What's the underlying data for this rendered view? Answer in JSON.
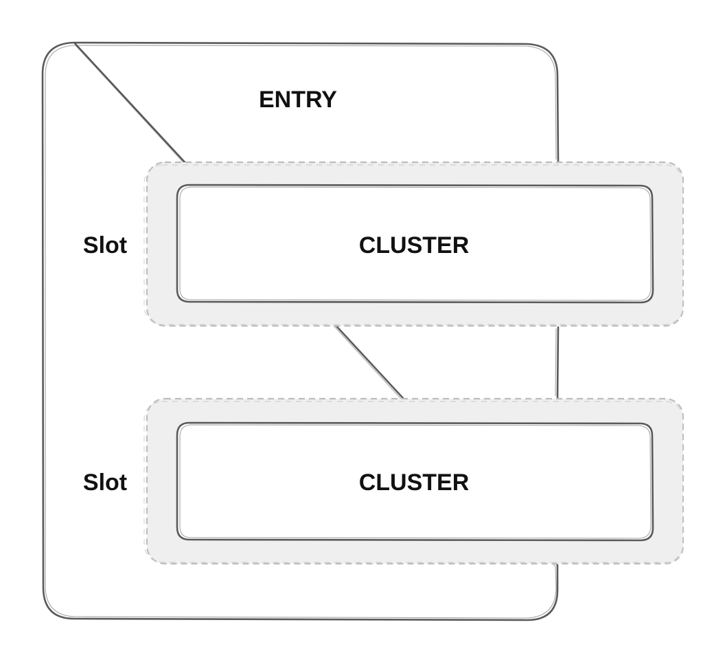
{
  "entry": {
    "label": "ENTRY"
  },
  "slots": [
    {
      "slot_label": "Slot",
      "cluster_label": "CLUSTER"
    },
    {
      "slot_label": "Slot",
      "cluster_label": "CLUSTER"
    }
  ],
  "colors": {
    "stroke": "#5a5a5a",
    "slot_fill": "#efefef",
    "slot_border": "#bdbdbd",
    "text": "#111111",
    "background": "#ffffff"
  }
}
